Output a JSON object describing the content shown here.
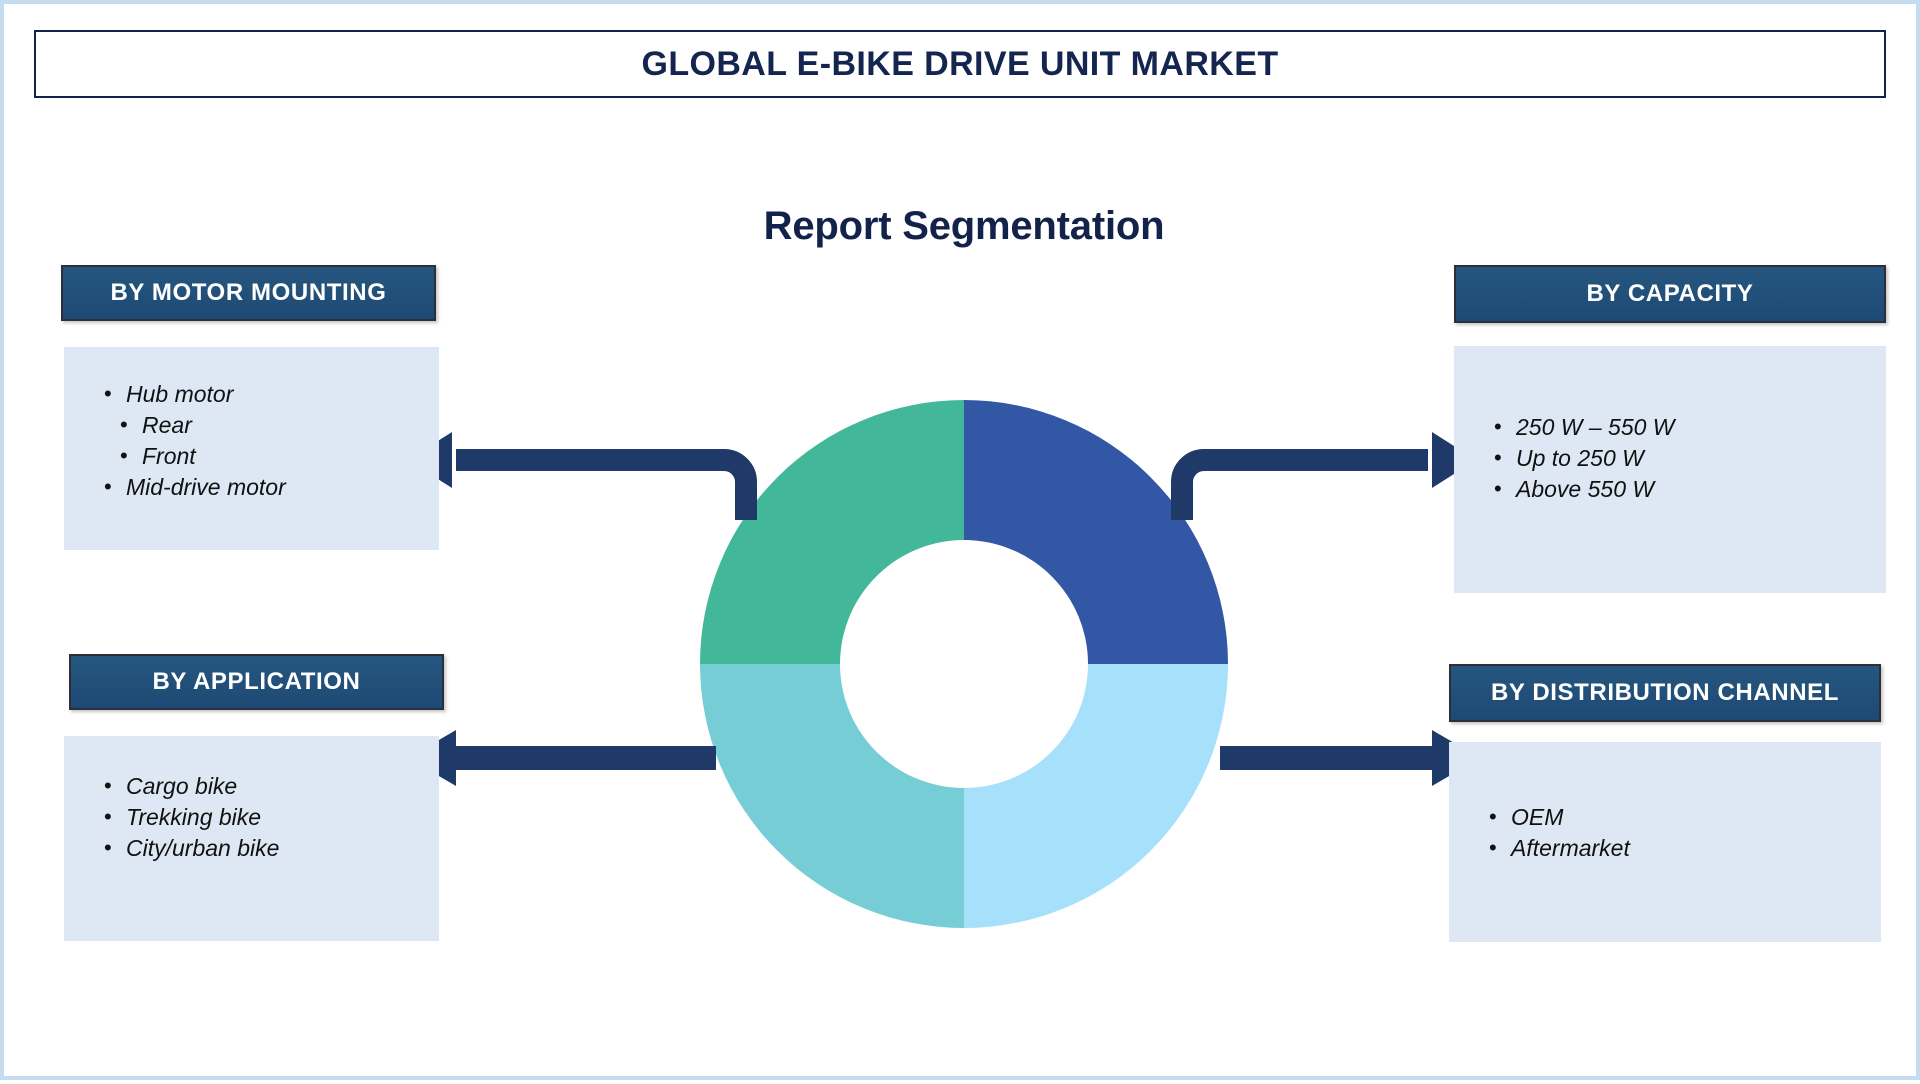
{
  "title": {
    "text": "GLOBAL E-BIKE DRIVE UNIT MARKET"
  },
  "heading": {
    "text": "Report Segmentation"
  },
  "colors": {
    "navy": "#14254f",
    "header_blue": "#1f4e79",
    "panel_blue": "#dde8f4",
    "frame_blue": "#c5dcee",
    "arrow_navy": "#1f3a68",
    "donut_top_right": "#3258a5",
    "donut_top_left": "#42b79a",
    "donut_bottom_left": "#76cdd6",
    "donut_bottom_right": "#a6e0fa"
  },
  "segments": {
    "motor_mounting": {
      "header": "BY MOTOR MOUNTING",
      "items": [
        {
          "label": "Hub motor",
          "indent": false
        },
        {
          "label": "Rear",
          "indent": true
        },
        {
          "label": "Front",
          "indent": true
        },
        {
          "label": "Mid-drive motor",
          "indent": false
        }
      ]
    },
    "capacity": {
      "header": "BY CAPACITY",
      "items": [
        {
          "label": "250 W – 550 W",
          "indent": false
        },
        {
          "label": "Up to 250 W",
          "indent": false
        },
        {
          "label": "Above 550 W",
          "indent": false
        }
      ]
    },
    "application": {
      "header": "BY APPLICATION",
      "items": [
        {
          "label": "Cargo bike",
          "indent": false
        },
        {
          "label": "Trekking bike",
          "indent": false
        },
        {
          "label": "City/urban bike",
          "indent": false
        }
      ]
    },
    "distribution_channel": {
      "header": "BY DISTRIBUTION CHANNEL",
      "items": [
        {
          "label": "OEM",
          "indent": false
        },
        {
          "label": "Aftermarket",
          "indent": false
        }
      ]
    }
  },
  "chart_data": {
    "type": "pie",
    "title": "Report Segmentation",
    "style": "donut",
    "inner_radius_ratio": 0.47,
    "categories": [
      "By Capacity",
      "By Distribution Channel",
      "By Application",
      "By Motor Mounting"
    ],
    "values": [
      25,
      25,
      25,
      25
    ],
    "colors": [
      "#3258a5",
      "#a6e0fa",
      "#76cdd6",
      "#42b79a"
    ],
    "legend": "none",
    "labels_shown": false
  }
}
